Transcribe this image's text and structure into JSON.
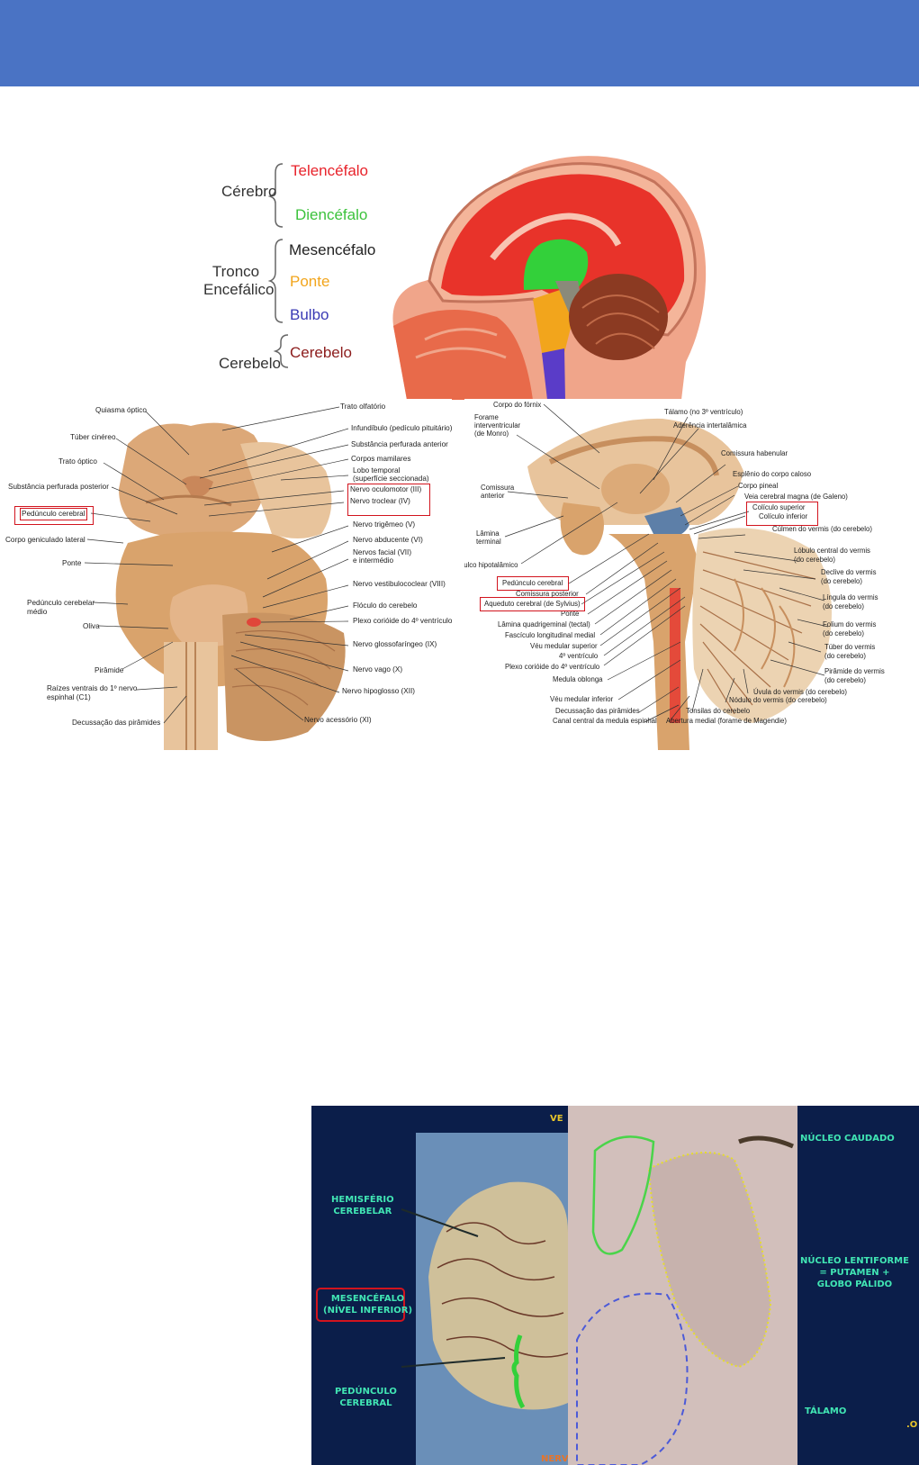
{
  "header": {
    "color": "#4a73c4"
  },
  "legend": {
    "groups": [
      {
        "name": "Cérebro",
        "items": [
          {
            "text": "Telencéfalo",
            "color": "#e8232b"
          },
          {
            "text": "Diencéfalo",
            "color": "#3cc23c"
          }
        ]
      },
      {
        "name_line1": "Tronco",
        "name_line2": "Encefálico",
        "items": [
          {
            "text": "Mesencéfalo",
            "color": "#222222"
          },
          {
            "text": "Ponte",
            "color": "#f2a51c"
          },
          {
            "text": "Bulbo",
            "color": "#3a3ab4"
          }
        ]
      },
      {
        "name": "Cerebelo",
        "items": [
          {
            "text": "Cerebelo",
            "color": "#8c1c1c"
          }
        ]
      }
    ]
  },
  "ventral_view": {
    "labels": [
      "Quiasma óptico",
      "Túber cinéreo",
      "Trato óptico",
      "Substância perfurada posterior",
      "Pedúnculo cerebral",
      "Corpo geniculado lateral",
      "Ponte",
      "Pedúnculo cerebelar",
      "médio",
      "Oliva",
      "Pirâmide",
      "Raízes ventrais do 1º nervo",
      "espinhal (C1)",
      "Decussação das pirâmides",
      "Trato olfatório",
      "Infundíbulo (pedículo pituitário)",
      "Substância perfurada anterior",
      "Corpos mamilares",
      "Lobo temporal",
      "(superfície seccionada)",
      "Nervo oculomotor (III)",
      "Nervo troclear (IV)",
      "Nervo trigêmeo (V)",
      "Nervo abducente (VI)",
      "Nervos facial (VII)",
      "e intermédio",
      "Nervo vestibulococlear (VIII)",
      "Flóculo do cerebelo",
      "Plexo corióide do 4º ventrículo",
      "Nervo glossofaríngeo (IX)",
      "Nervo vago (X)",
      "Nervo hipoglosso (XII)",
      "Nervo acessório (XI)"
    ]
  },
  "sagittal_view": {
    "labels": [
      "Corpo do fórnix",
      "Forame",
      "interventricular",
      "(de Monro)",
      "Comissura",
      "anterior",
      "Lâmina",
      "terminal",
      "Sulco hipotalâmico",
      "Pedúnculo cerebral",
      "Comissura posterior",
      "Aqueduto cerebral (de Sylvius)",
      "Ponte",
      "Lâmina quadrigeminal (tectal)",
      "Fascículo longitudinal medial",
      "Véu medular superior",
      "4º ventrículo",
      "Plexo corióide do 4º ventrículo",
      "Medula oblonga",
      "Véu medular inferior",
      "Decussação das pirâmides",
      "Canal central da medula espinhal",
      "Abertura medial (forame de Magendie)",
      "Tonsilas do cerebelo",
      "Nódulo do vermis (do cerebelo)",
      "Úvula do vermis (do cerebelo)",
      "Pirâmide do vermis",
      "(do cerebelo)",
      "Túber do vermis",
      "(do cerebelo)",
      "Folium do vermis",
      "(do cerebelo)",
      "Língula do vermis",
      "(do cerebelo)",
      "Declive do vermis",
      "(do cerebelo)",
      "Lóbulo central do vermis",
      "(do cerebelo)",
      "Cúlmen do vermis (do cerebelo)",
      "Colículo superior",
      "Colículo inferior",
      "Veia cerebral magna (de Galeno)",
      "Corpo pineal",
      "Esplênio do corpo caloso",
      "Comissura habenular",
      "Tálamo (no 3º ventrículo)",
      "Aderência intertalâmica"
    ]
  },
  "photo_left": {
    "labels": {
      "hemisferio": "HEMISFÉRIO\nCEREBELAR",
      "mesencefalo": "MESENCÉFALO\n(NÍVEL INFERIOR)",
      "peduncle": "PEDÚNCULO\nCEREBRAL",
      "top_fragment": "VE",
      "bottom_fragment": "NERV"
    }
  },
  "photo_right": {
    "labels": {
      "caudado": "NÚCLEO CAUDADO",
      "lentiforme": "NÚCLEO LENTIFORME\n= PUTAMEN +\nGLOBO PÁLIDO",
      "talamo": "TÁLAMO",
      "fragment": ".O"
    }
  }
}
